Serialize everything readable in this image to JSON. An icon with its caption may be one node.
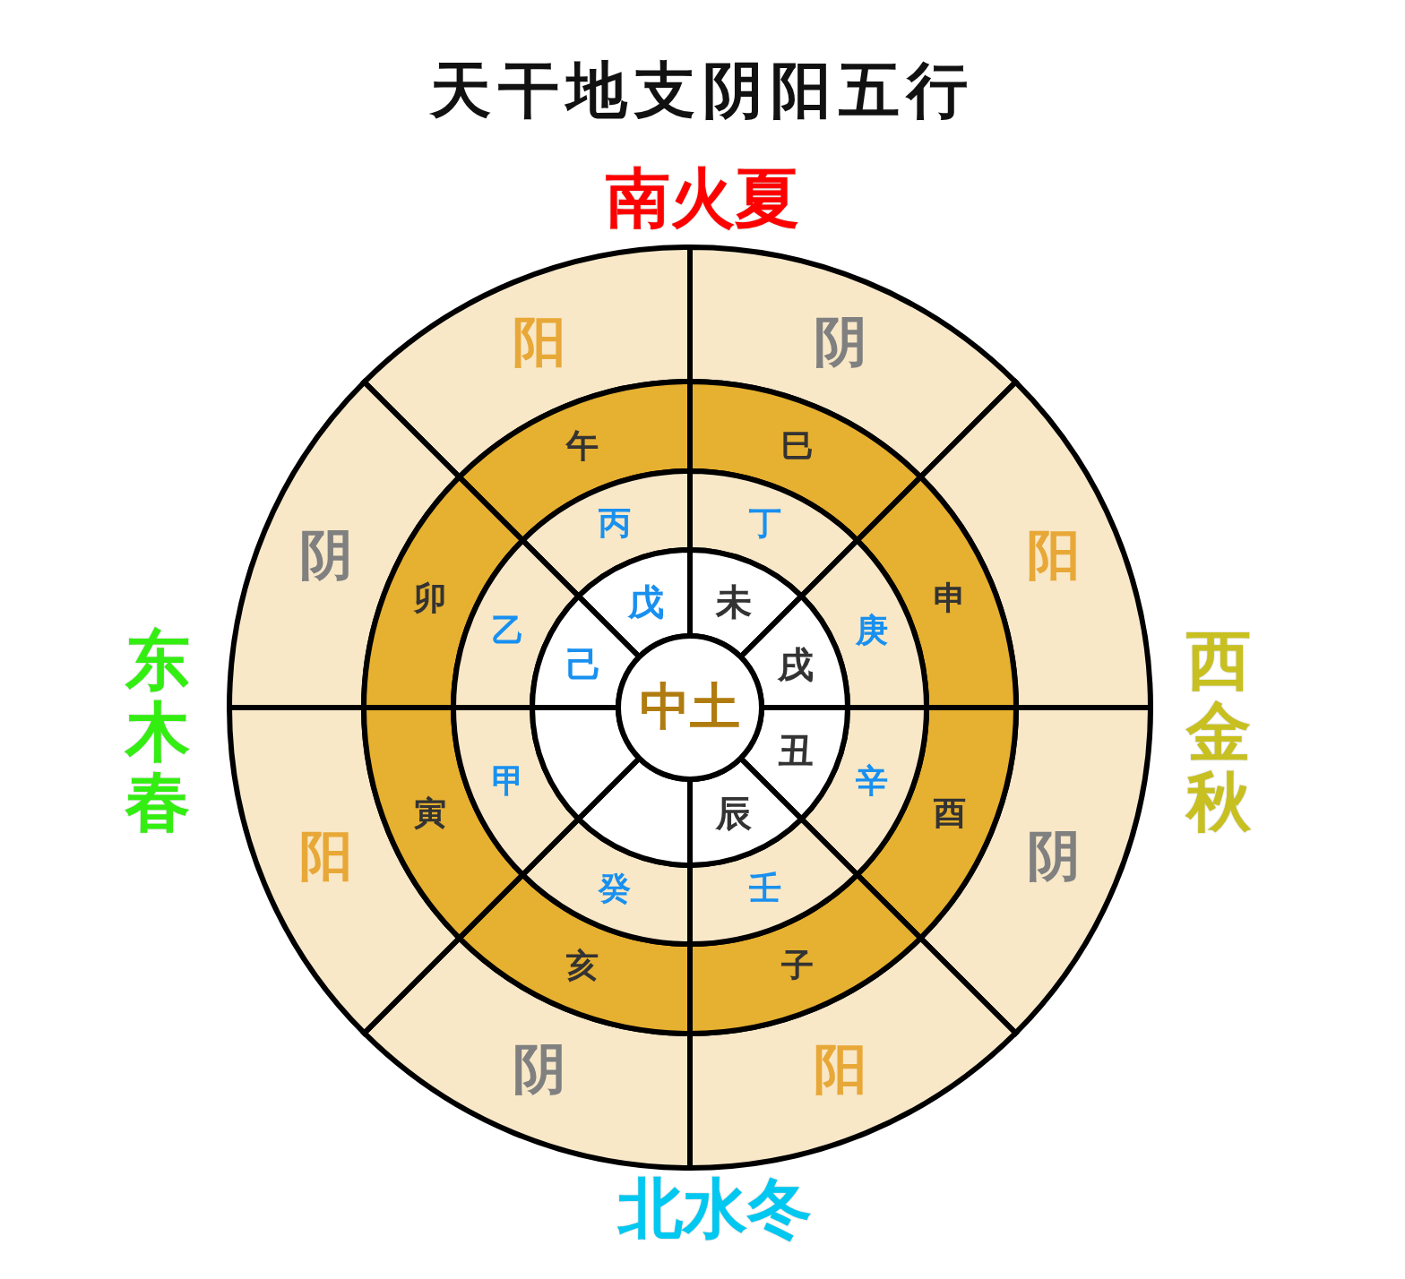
{
  "diagram": {
    "title": "天干地支阴阳五行",
    "nodes": [
      {
        "text": [
          "阳"
        ]
      },
      {
        "text": [
          "阴"
        ]
      },
      {
        "text": [
          "阳"
        ]
      },
      {
        "text": [
          "阴"
        ]
      },
      {
        "text": [
          "阳"
        ]
      },
      {
        "text": [
          "阴"
        ]
      },
      {
        "text": [
          "阳"
        ]
      },
      {
        "text": [
          "阴"
        ]
      },
      {
        "text": [
          "午"
        ]
      },
      {
        "text": [
          "巳"
        ]
      },
      {
        "text": [
          "申"
        ]
      },
      {
        "text": [
          "酉"
        ]
      },
      {
        "text": [
          "子"
        ]
      },
      {
        "text": [
          "亥"
        ]
      },
      {
        "text": [
          "寅"
        ]
      },
      {
        "text": [
          "卯"
        ]
      },
      {
        "text": [
          "丙"
        ]
      },
      {
        "text": [
          "丁"
        ]
      },
      {
        "text": [
          "庚"
        ]
      },
      {
        "text": [
          "辛"
        ]
      },
      {
        "text": [
          "壬"
        ]
      },
      {
        "text": [
          "癸"
        ]
      },
      {
        "text": [
          "甲"
        ]
      },
      {
        "text": [
          "乙"
        ]
      },
      {
        "text": [
          "戊"
        ]
      },
      {
        "text": [
          "未"
        ]
      },
      {
        "text": [
          "戌"
        ]
      },
      {
        "text": [
          "丑"
        ]
      },
      {
        "text": [
          "辰"
        ]
      },
      {
        "text": [],
        "shape": "sector"
      },
      {
        "text": [],
        "shape": "sector"
      },
      {
        "text": [
          "己"
        ]
      },
      {
        "text": [
          "中土"
        ]
      }
    ],
    "labels": [
      "南火夏",
      "西金秋",
      "北水冬",
      "东木春"
    ]
  }
}
